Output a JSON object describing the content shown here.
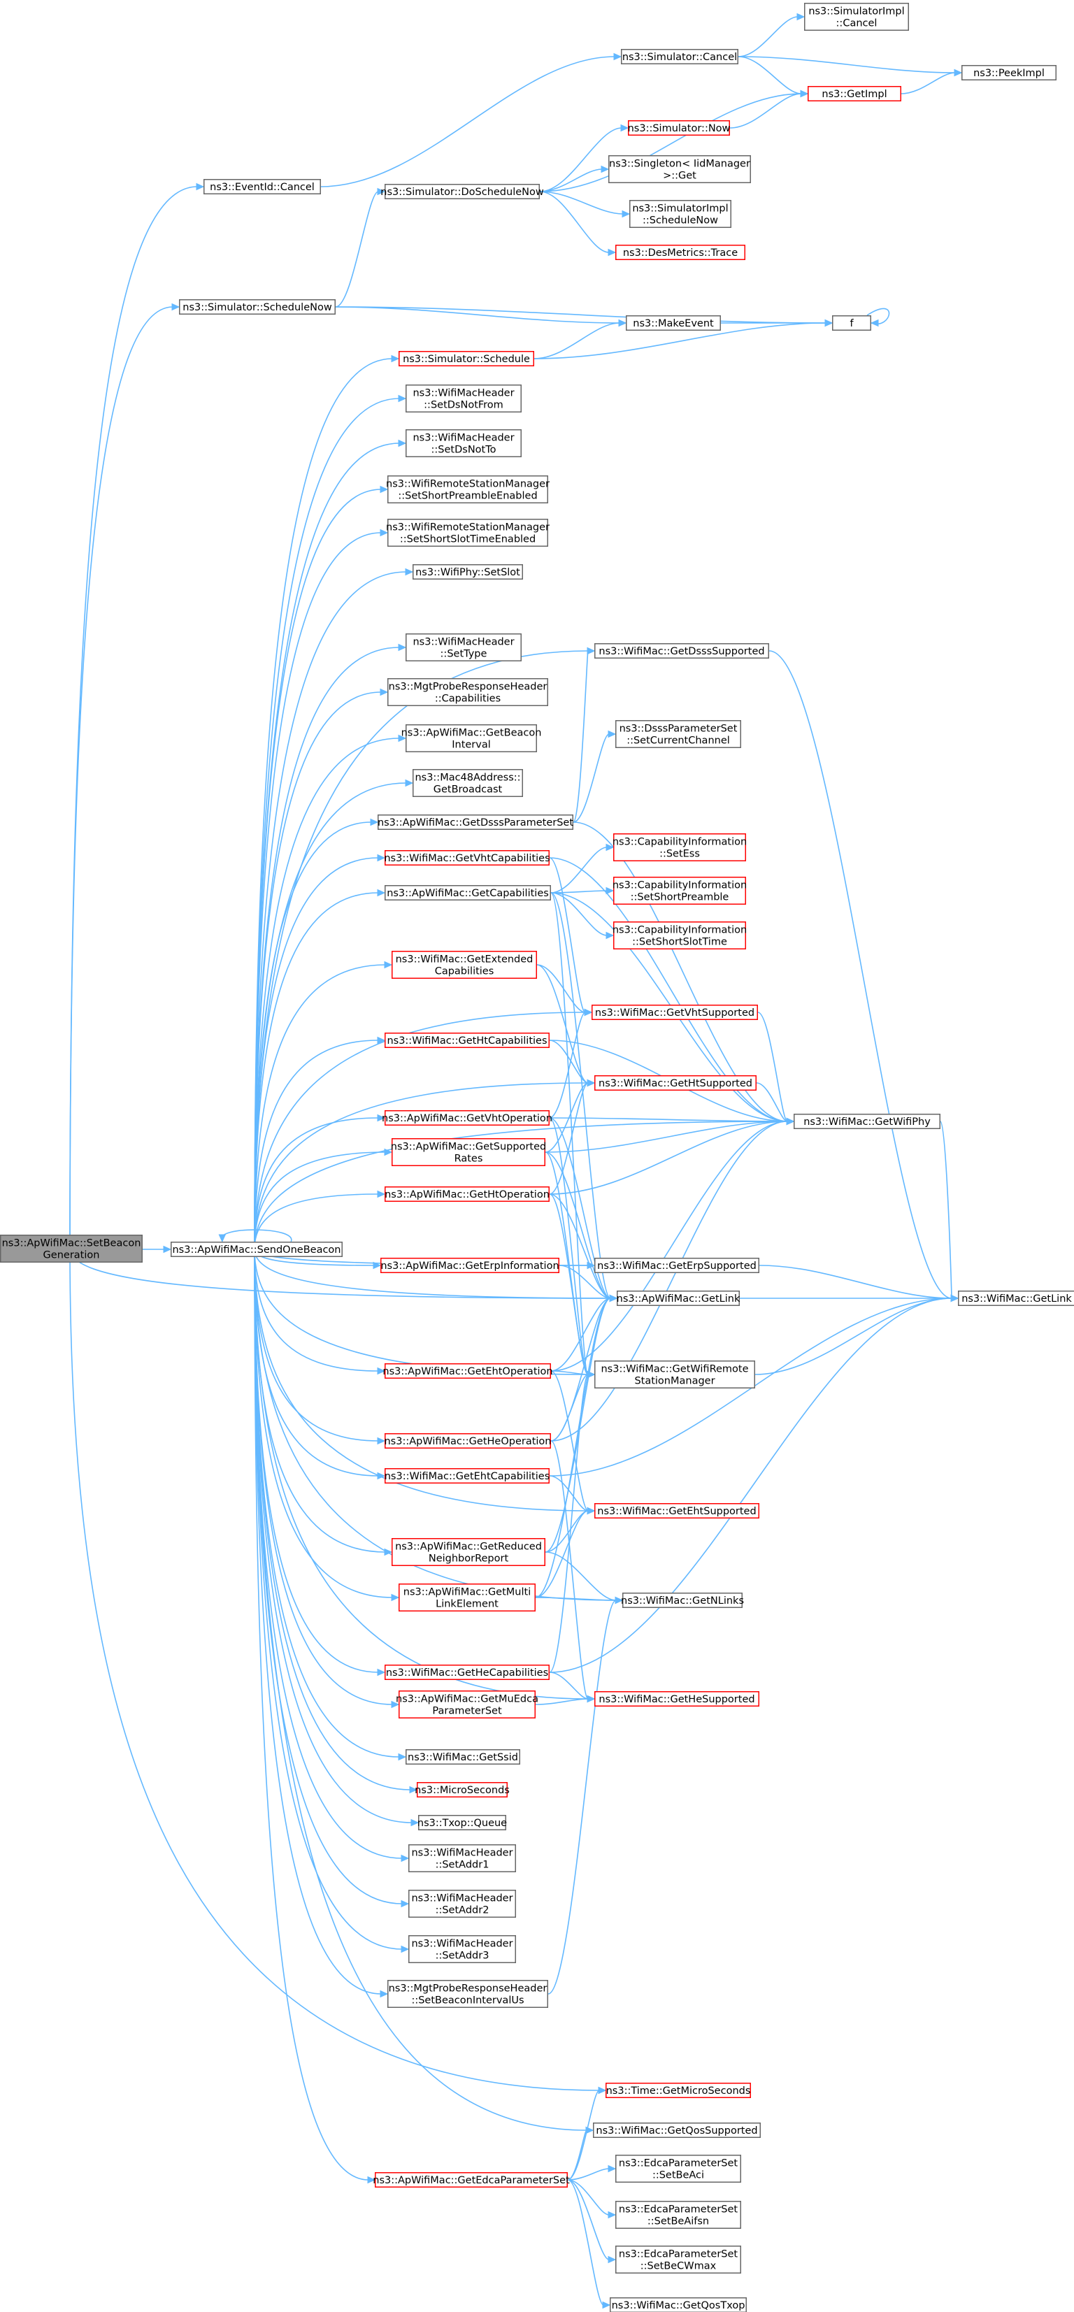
{
  "colors": {
    "edge": "#63b8ff",
    "node_border": "#666666",
    "node_border_highlight": "#ff0000",
    "root_fill": "#999999",
    "node_fill": "#ffffff"
  },
  "nodes": [
    {
      "id": "root",
      "lines": [
        "ns3::ApWifiMac::SetBeacon",
        "Generation"
      ],
      "style": "root"
    },
    {
      "id": "send",
      "lines": [
        "ns3::ApWifiMac::SendOneBeacon"
      ],
      "style": "normal"
    },
    {
      "id": "evcancel",
      "lines": [
        "ns3::EventId::Cancel"
      ],
      "style": "normal"
    },
    {
      "id": "schednow",
      "lines": [
        "ns3::Simulator::ScheduleNow"
      ],
      "style": "normal"
    },
    {
      "id": "simcancel",
      "lines": [
        "ns3::Simulator::Cancel"
      ],
      "style": "normal"
    },
    {
      "id": "doschednow",
      "lines": [
        "ns3::Simulator::DoScheduleNow"
      ],
      "style": "normal"
    },
    {
      "id": "simimplcancel",
      "lines": [
        "ns3::SimulatorImpl",
        "::Cancel"
      ],
      "style": "normal"
    },
    {
      "id": "peekimpl",
      "lines": [
        "ns3::PeekImpl"
      ],
      "style": "normal"
    },
    {
      "id": "getimpl",
      "lines": [
        "ns3::GetImpl"
      ],
      "style": "red"
    },
    {
      "id": "simnow",
      "lines": [
        "ns3::Simulator::Now"
      ],
      "style": "red"
    },
    {
      "id": "singleton",
      "lines": [
        "ns3::Singleton< IidManager",
        ">::Get"
      ],
      "style": "normal"
    },
    {
      "id": "simimplsched",
      "lines": [
        "ns3::SimulatorImpl",
        "::ScheduleNow"
      ],
      "style": "normal"
    },
    {
      "id": "desmetrics",
      "lines": [
        "ns3::DesMetrics::Trace"
      ],
      "style": "red"
    },
    {
      "id": "makeevent",
      "lines": [
        "ns3::MakeEvent"
      ],
      "style": "normal"
    },
    {
      "id": "f",
      "lines": [
        "f"
      ],
      "style": "normal"
    },
    {
      "id": "simsched",
      "lines": [
        "ns3::Simulator::Schedule"
      ],
      "style": "red"
    },
    {
      "id": "setdsnotfrom",
      "lines": [
        "ns3::WifiMacHeader",
        "::SetDsNotFrom"
      ],
      "style": "normal"
    },
    {
      "id": "setdsnotto",
      "lines": [
        "ns3::WifiMacHeader",
        "::SetDsNotTo"
      ],
      "style": "normal"
    },
    {
      "id": "setshortpre",
      "lines": [
        "ns3::WifiRemoteStationManager",
        "::SetShortPreambleEnabled"
      ],
      "style": "normal"
    },
    {
      "id": "setshortslot",
      "lines": [
        "ns3::WifiRemoteStationManager",
        "::SetShortSlotTimeEnabled"
      ],
      "style": "normal"
    },
    {
      "id": "setslot",
      "lines": [
        "ns3::WifiPhy::SetSlot"
      ],
      "style": "normal"
    },
    {
      "id": "settype",
      "lines": [
        "ns3::WifiMacHeader",
        "::SetType"
      ],
      "style": "normal"
    },
    {
      "id": "mgtcap",
      "lines": [
        "ns3::MgtProbeResponseHeader",
        "::Capabilities"
      ],
      "style": "normal"
    },
    {
      "id": "getbeaconint",
      "lines": [
        "ns3::ApWifiMac::GetBeacon",
        "Interval"
      ],
      "style": "normal"
    },
    {
      "id": "getbroadcast",
      "lines": [
        "ns3::Mac48Address::",
        "GetBroadcast"
      ],
      "style": "normal"
    },
    {
      "id": "getdsssparam",
      "lines": [
        "ns3::ApWifiMac::GetDsssParameterSet"
      ],
      "style": "normal"
    },
    {
      "id": "getdssssup",
      "lines": [
        "ns3::WifiMac::GetDsssSupported"
      ],
      "style": "normal"
    },
    {
      "id": "setcurchan",
      "lines": [
        "ns3::DsssParameterSet",
        "::SetCurrentChannel"
      ],
      "style": "normal"
    },
    {
      "id": "getvhtcap",
      "lines": [
        "ns3::WifiMac::GetVhtCapabilities"
      ],
      "style": "red"
    },
    {
      "id": "getcaps",
      "lines": [
        "ns3::ApWifiMac::GetCapabilities"
      ],
      "style": "normal"
    },
    {
      "id": "setess",
      "lines": [
        "ns3::CapabilityInformation",
        "::SetEss"
      ],
      "style": "red"
    },
    {
      "id": "setshortpreamble",
      "lines": [
        "ns3::CapabilityInformation",
        "::SetShortPreamble"
      ],
      "style": "red"
    },
    {
      "id": "setshortslottime",
      "lines": [
        "ns3::CapabilityInformation",
        "::SetShortSlotTime"
      ],
      "style": "red"
    },
    {
      "id": "getextcap",
      "lines": [
        "ns3::WifiMac::GetExtended",
        "Capabilities"
      ],
      "style": "red"
    },
    {
      "id": "getvhtsup",
      "lines": [
        "ns3::WifiMac::GetVhtSupported"
      ],
      "style": "red"
    },
    {
      "id": "gethtcap",
      "lines": [
        "ns3::WifiMac::GetHtCapabilities"
      ],
      "style": "red"
    },
    {
      "id": "gethtsup",
      "lines": [
        "ns3::WifiMac::GetHtSupported"
      ],
      "style": "red"
    },
    {
      "id": "getvhtop",
      "lines": [
        "ns3::ApWifiMac::GetVhtOperation"
      ],
      "style": "red"
    },
    {
      "id": "getwifiphy",
      "lines": [
        "ns3::WifiMac::GetWifiPhy"
      ],
      "style": "normal"
    },
    {
      "id": "getsuprates",
      "lines": [
        "ns3::ApWifiMac::GetSupported",
        "Rates"
      ],
      "style": "red"
    },
    {
      "id": "gethtop",
      "lines": [
        "ns3::ApWifiMac::GetHtOperation"
      ],
      "style": "red"
    },
    {
      "id": "geterpinfo",
      "lines": [
        "ns3::ApWifiMac::GetErpInformation"
      ],
      "style": "red"
    },
    {
      "id": "geterpsup",
      "lines": [
        "ns3::WifiMac::GetErpSupported"
      ],
      "style": "normal"
    },
    {
      "id": "apgetlink",
      "lines": [
        "ns3::ApWifiMac::GetLink"
      ],
      "style": "normal"
    },
    {
      "id": "wifigetlink",
      "lines": [
        "ns3::WifiMac::GetLink"
      ],
      "style": "normal"
    },
    {
      "id": "getehtop",
      "lines": [
        "ns3::ApWifiMac::GetEhtOperation"
      ],
      "style": "red"
    },
    {
      "id": "getremote",
      "lines": [
        "ns3::WifiMac::GetWifiRemote",
        "StationManager"
      ],
      "style": "normal"
    },
    {
      "id": "getheop",
      "lines": [
        "ns3::ApWifiMac::GetHeOperation"
      ],
      "style": "red"
    },
    {
      "id": "getehtcap",
      "lines": [
        "ns3::WifiMac::GetEhtCapabilities"
      ],
      "style": "red"
    },
    {
      "id": "getehtsup",
      "lines": [
        "ns3::WifiMac::GetEhtSupported"
      ],
      "style": "red"
    },
    {
      "id": "getreduced",
      "lines": [
        "ns3::ApWifiMac::GetReduced",
        "NeighborReport"
      ],
      "style": "red"
    },
    {
      "id": "getmulti",
      "lines": [
        "ns3::ApWifiMac::GetMulti",
        "LinkElement"
      ],
      "style": "red"
    },
    {
      "id": "getnlinks",
      "lines": [
        "ns3::WifiMac::GetNLinks"
      ],
      "style": "normal"
    },
    {
      "id": "gethecap",
      "lines": [
        "ns3::WifiMac::GetHeCapabilities"
      ],
      "style": "red"
    },
    {
      "id": "getmuedca",
      "lines": [
        "ns3::ApWifiMac::GetMuEdca",
        "ParameterSet"
      ],
      "style": "red"
    },
    {
      "id": "gethesup",
      "lines": [
        "ns3::WifiMac::GetHeSupported"
      ],
      "style": "red"
    },
    {
      "id": "getssid",
      "lines": [
        "ns3::WifiMac::GetSsid"
      ],
      "style": "normal"
    },
    {
      "id": "microsec",
      "lines": [
        "ns3::MicroSeconds"
      ],
      "style": "red"
    },
    {
      "id": "txopqueue",
      "lines": [
        "ns3::Txop::Queue"
      ],
      "style": "normal"
    },
    {
      "id": "setaddr1",
      "lines": [
        "ns3::WifiMacHeader",
        "::SetAddr1"
      ],
      "style": "normal"
    },
    {
      "id": "setaddr2",
      "lines": [
        "ns3::WifiMacHeader",
        "::SetAddr2"
      ],
      "style": "normal"
    },
    {
      "id": "setaddr3",
      "lines": [
        "ns3::WifiMacHeader",
        "::SetAddr3"
      ],
      "style": "normal"
    },
    {
      "id": "setbeaconint",
      "lines": [
        "ns3::MgtProbeResponseHeader",
        "::SetBeaconIntervalUs"
      ],
      "style": "normal"
    },
    {
      "id": "getmicro",
      "lines": [
        "ns3::Time::GetMicroSeconds"
      ],
      "style": "red"
    },
    {
      "id": "getqossup",
      "lines": [
        "ns3::WifiMac::GetQosSupported"
      ],
      "style": "normal"
    },
    {
      "id": "getedca",
      "lines": [
        "ns3::ApWifiMac::GetEdcaParameterSet"
      ],
      "style": "red"
    },
    {
      "id": "setbeaci",
      "lines": [
        "ns3::EdcaParameterSet",
        "::SetBeAci"
      ],
      "style": "normal"
    },
    {
      "id": "setbeaifsn",
      "lines": [
        "ns3::EdcaParameterSet",
        "::SetBeAifsn"
      ],
      "style": "normal"
    },
    {
      "id": "setbecwmax",
      "lines": [
        "ns3::EdcaParameterSet",
        "::SetBeCWmax"
      ],
      "style": "normal"
    },
    {
      "id": "getqostxop",
      "lines": [
        "ns3::WifiMac::GetQosTxop"
      ],
      "style": "normal"
    }
  ],
  "edges": [
    [
      "root",
      "send"
    ],
    [
      "root",
      "evcancel"
    ],
    [
      "root",
      "schednow"
    ],
    [
      "root",
      "apgetlink"
    ],
    [
      "root",
      "getmicro"
    ],
    [
      "evcancel",
      "simcancel"
    ],
    [
      "schednow",
      "doschednow"
    ],
    [
      "schednow",
      "makeevent"
    ],
    [
      "schednow",
      "f"
    ],
    [
      "simcancel",
      "simimplcancel"
    ],
    [
      "simcancel",
      "getimpl"
    ],
    [
      "simcancel",
      "peekimpl"
    ],
    [
      "getimpl",
      "peekimpl"
    ],
    [
      "doschednow",
      "getimpl"
    ],
    [
      "doschednow",
      "simnow"
    ],
    [
      "doschednow",
      "singleton"
    ],
    [
      "doschednow",
      "simimplsched"
    ],
    [
      "doschednow",
      "desmetrics"
    ],
    [
      "simnow",
      "getimpl"
    ],
    [
      "makeevent",
      "f"
    ],
    [
      "f",
      "f"
    ],
    [
      "simsched",
      "makeevent"
    ],
    [
      "simsched",
      "f"
    ],
    [
      "send",
      "send"
    ],
    [
      "send",
      "simsched"
    ],
    [
      "send",
      "setdsnotfrom"
    ],
    [
      "send",
      "setdsnotto"
    ],
    [
      "send",
      "setshortpre"
    ],
    [
      "send",
      "setshortslot"
    ],
    [
      "send",
      "setslot"
    ],
    [
      "send",
      "getdssssup"
    ],
    [
      "send",
      "settype"
    ],
    [
      "send",
      "mgtcap"
    ],
    [
      "send",
      "getbeaconint"
    ],
    [
      "send",
      "getbroadcast"
    ],
    [
      "send",
      "getdsssparam"
    ],
    [
      "send",
      "getvhtcap"
    ],
    [
      "send",
      "getcaps"
    ],
    [
      "send",
      "getextcap"
    ],
    [
      "send",
      "getvhtsup"
    ],
    [
      "send",
      "gethtcap"
    ],
    [
      "send",
      "gethtsup"
    ],
    [
      "send",
      "getvhtop"
    ],
    [
      "send",
      "getsuprates"
    ],
    [
      "send",
      "gethtop"
    ],
    [
      "send",
      "geterpinfo"
    ],
    [
      "send",
      "geterpsup"
    ],
    [
      "send",
      "apgetlink"
    ],
    [
      "send",
      "getehtop"
    ],
    [
      "send",
      "getremote"
    ],
    [
      "send",
      "getheop"
    ],
    [
      "send",
      "getehtcap"
    ],
    [
      "send",
      "getehtsup"
    ],
    [
      "send",
      "getreduced"
    ],
    [
      "send",
      "getmulti"
    ],
    [
      "send",
      "getnlinks"
    ],
    [
      "send",
      "gethecap"
    ],
    [
      "send",
      "getmuedca"
    ],
    [
      "send",
      "gethesup"
    ],
    [
      "send",
      "getssid"
    ],
    [
      "send",
      "microsec"
    ],
    [
      "send",
      "txopqueue"
    ],
    [
      "send",
      "setaddr1"
    ],
    [
      "send",
      "setaddr2"
    ],
    [
      "send",
      "setaddr3"
    ],
    [
      "send",
      "setbeaconint"
    ],
    [
      "send",
      "getqossup"
    ],
    [
      "send",
      "getedca"
    ],
    [
      "send",
      "getwifiphy"
    ],
    [
      "getdsssparam",
      "getdssssup"
    ],
    [
      "getdsssparam",
      "setcurchan"
    ],
    [
      "getdsssparam",
      "getwifiphy"
    ],
    [
      "getdssssup",
      "wifigetlink"
    ],
    [
      "getvhtcap",
      "getvhtsup"
    ],
    [
      "getvhtcap",
      "getwifiphy"
    ],
    [
      "getcaps",
      "setess"
    ],
    [
      "getcaps",
      "setshortpreamble"
    ],
    [
      "getcaps",
      "setshortslottime"
    ],
    [
      "getcaps",
      "getwifiphy"
    ],
    [
      "getcaps",
      "getremote"
    ],
    [
      "getcaps",
      "apgetlink"
    ],
    [
      "getextcap",
      "getvhtsup"
    ],
    [
      "getextcap",
      "gethtsup"
    ],
    [
      "getvhtsup",
      "getwifiphy"
    ],
    [
      "gethtcap",
      "gethtsup"
    ],
    [
      "gethtcap",
      "getwifiphy"
    ],
    [
      "gethtsup",
      "getwifiphy"
    ],
    [
      "getvhtop",
      "getvhtsup"
    ],
    [
      "getvhtop",
      "getwifiphy"
    ],
    [
      "getvhtop",
      "apgetlink"
    ],
    [
      "getvhtop",
      "getremote"
    ],
    [
      "getsuprates",
      "gethtsup"
    ],
    [
      "getsuprates",
      "getwifiphy"
    ],
    [
      "getsuprates",
      "apgetlink"
    ],
    [
      "getsuprates",
      "getremote"
    ],
    [
      "gethtop",
      "gethtsup"
    ],
    [
      "gethtop",
      "getwifiphy"
    ],
    [
      "gethtop",
      "apgetlink"
    ],
    [
      "gethtop",
      "getremote"
    ],
    [
      "geterpinfo",
      "geterpsup"
    ],
    [
      "geterpinfo",
      "apgetlink"
    ],
    [
      "geterpsup",
      "wifigetlink"
    ],
    [
      "apgetlink",
      "wifigetlink"
    ],
    [
      "getwifiphy",
      "wifigetlink"
    ],
    [
      "getehtop",
      "apgetlink"
    ],
    [
      "getehtop",
      "getremote"
    ],
    [
      "getehtop",
      "getwifiphy"
    ],
    [
      "getehtop",
      "getehtsup"
    ],
    [
      "getremote",
      "wifigetlink"
    ],
    [
      "getheop",
      "apgetlink"
    ],
    [
      "getheop",
      "getremote"
    ],
    [
      "getheop",
      "getwifiphy"
    ],
    [
      "getheop",
      "gethesup"
    ],
    [
      "getehtcap",
      "getehtsup"
    ],
    [
      "getehtcap",
      "wifigetlink"
    ],
    [
      "getreduced",
      "getnlinks"
    ],
    [
      "getreduced",
      "getehtsup"
    ],
    [
      "getreduced",
      "apgetlink"
    ],
    [
      "getmulti",
      "getnlinks"
    ],
    [
      "getmulti",
      "getehtsup"
    ],
    [
      "getmulti",
      "apgetlink"
    ],
    [
      "gethecap",
      "gethesup"
    ],
    [
      "gethecap",
      "wifigetlink"
    ],
    [
      "gethecap",
      "getremote"
    ],
    [
      "getmuedca",
      "gethesup"
    ],
    [
      "setbeaconint",
      "getnlinks"
    ],
    [
      "getedca",
      "getqossup"
    ],
    [
      "getedca",
      "setbeaci"
    ],
    [
      "getedca",
      "setbeaifsn"
    ],
    [
      "getedca",
      "setbecwmax"
    ],
    [
      "getedca",
      "getqostxop"
    ],
    [
      "getedca",
      "getmicro"
    ]
  ]
}
